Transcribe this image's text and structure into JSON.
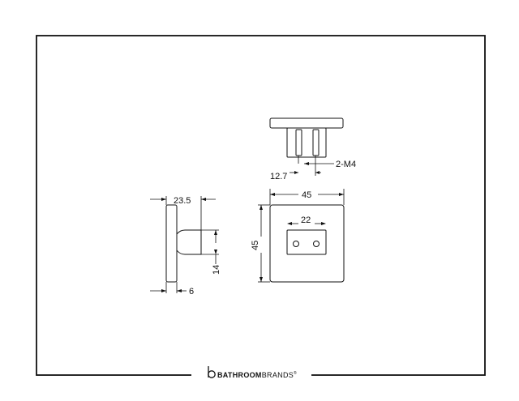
{
  "drawing": {
    "top_view": {
      "thread_callout": "2-M4",
      "pin_spacing": "12.7"
    },
    "side_view": {
      "depth": "23.5",
      "plate_thickness": "6",
      "stem_height": "14"
    },
    "front_view": {
      "width": "45",
      "height": "45",
      "hole_spacing": "22"
    }
  },
  "brand": {
    "bold": "BATHROOM",
    "light": "BRANDS",
    "mark": "®"
  },
  "colors": {
    "line": "#111111",
    "paper": "#ffffff"
  }
}
